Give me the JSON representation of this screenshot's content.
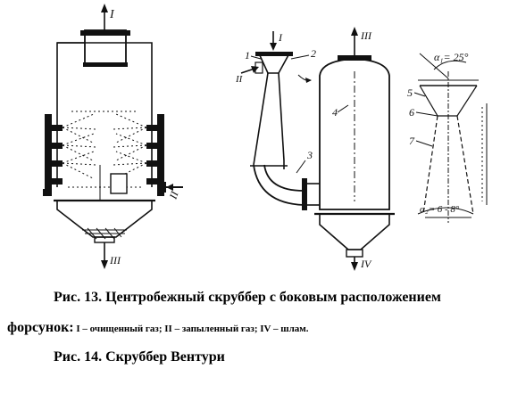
{
  "fig13": {
    "labels": {
      "clean_gas_top": "I",
      "dusty_gas_side": "II",
      "sludge_bottom": "III"
    }
  },
  "fig14": {
    "labels": {
      "inlet_top": "I",
      "inlet_side": "II",
      "outlet_top": "III",
      "sludge_bottom": "IV",
      "part_1": "1",
      "part_2": "2",
      "part_3": "3",
      "part_4": "4",
      "part_5": "5",
      "part_6": "6",
      "part_7": "7",
      "alpha1": "α₁= 25°",
      "alpha2": "α₂= 6 - 8°"
    }
  },
  "captions": {
    "fig13_line1": "Рис. 13. Центробежный скруббер с боковым расположением",
    "fig13_line2_bold": "форсунок:",
    "fig13_line2_rest": " I – очищенный газ; II – запыленный газ; IV – шлам.",
    "fig14": "Рис. 14. Скруббер Вентури"
  }
}
